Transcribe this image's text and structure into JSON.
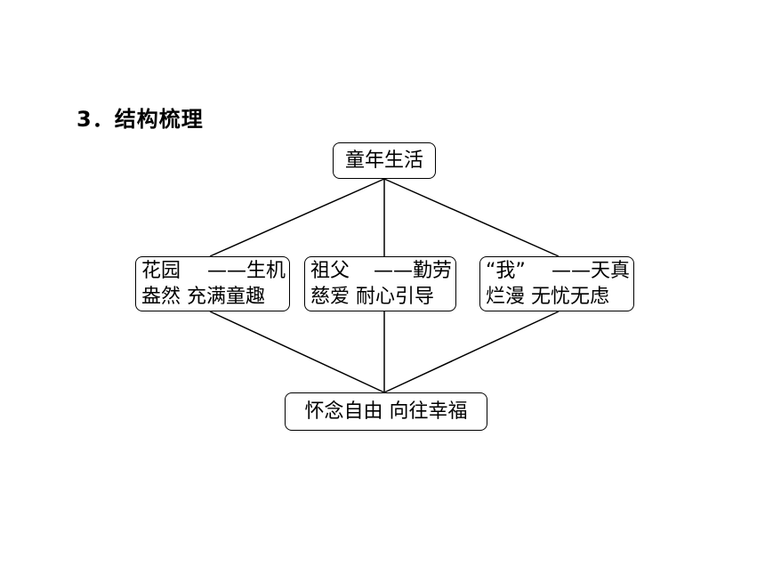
{
  "heading": "3．结构梳理",
  "nodes": {
    "top": "童年生活",
    "left": {
      "line1_a": "花园",
      "line1_b": "——生机",
      "line2": "盎然 充满童趣"
    },
    "middle": {
      "line1_a": "祖父",
      "line1_b": "——勤劳",
      "line2": "慈爱 耐心引导"
    },
    "right": {
      "line1_a": "“我”",
      "line1_b": "——天真",
      "line2": "烂漫 无忧无虑"
    },
    "bottom": "怀念自由 向往幸福"
  }
}
